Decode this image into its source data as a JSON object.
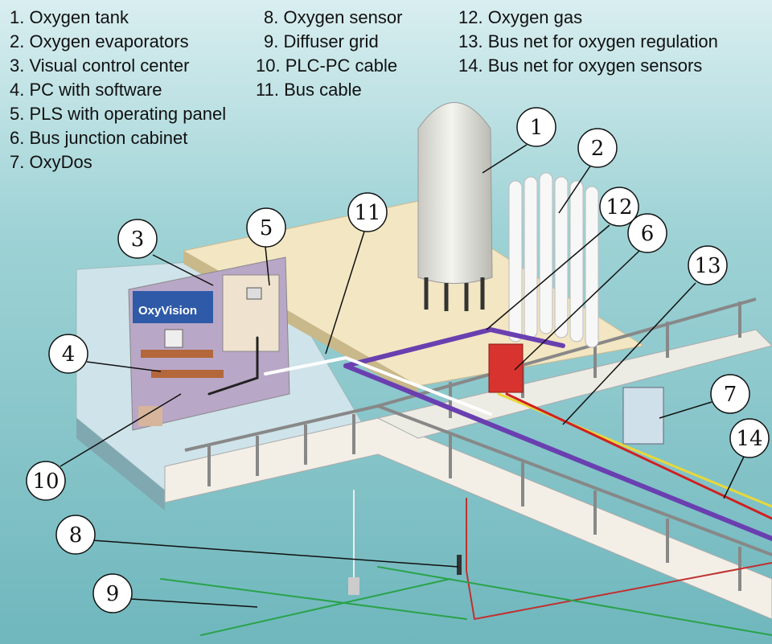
{
  "legend": [
    {
      "num": "1.",
      "label": "Oxygen tank"
    },
    {
      "num": "2.",
      "label": "Oxygen evaporators"
    },
    {
      "num": "3.",
      "label": "Visual control center"
    },
    {
      "num": "4.",
      "label": "PC with software"
    },
    {
      "num": "5.",
      "label": "PLS with operating panel"
    },
    {
      "num": "6.",
      "label": "Bus junction cabinet"
    },
    {
      "num": "7.",
      "label": "OxyDos"
    },
    {
      "num": "8.",
      "label": "Oxygen sensor"
    },
    {
      "num": "9.",
      "label": "Diffuser grid"
    },
    {
      "num": "10.",
      "label": "PLC-PC cable"
    },
    {
      "num": "11.",
      "label": "Bus cable"
    },
    {
      "num": "12.",
      "label": "Oxygen gas"
    },
    {
      "num": "13.",
      "label": "Bus net for oxygen regulation"
    },
    {
      "num": "14.",
      "label": "Bus net for oxygen sensors"
    }
  ],
  "callouts": [
    "1",
    "2",
    "3",
    "4",
    "5",
    "6",
    "7",
    "8",
    "9",
    "10",
    "11",
    "12",
    "13",
    "14"
  ],
  "brand_text": "OxyVision",
  "colors": {
    "water": "#8fc9cc",
    "platform": "#cfe3ea",
    "walkway": "#f3efe6",
    "tank": "#e8e8e2",
    "cabinet_red": "#d8332e",
    "bus_purple": "#6a3fb0",
    "cable_yellow": "#e8d83a",
    "cable_red": "#d02020",
    "grid_green": "#2aa24a"
  }
}
